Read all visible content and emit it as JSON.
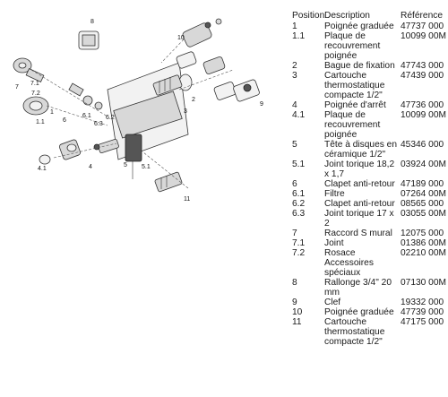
{
  "table": {
    "headers": {
      "position": "Position",
      "description": "Description",
      "reference": "Référence"
    },
    "rows": [
      {
        "position": "1",
        "description": "Poignée graduée",
        "reference": "47737 000"
      },
      {
        "position": "1.1",
        "description": "Plaque de recouvrement poignée",
        "reference": "10099 00M"
      },
      {
        "position": "2",
        "description": "Bague de fixation",
        "reference": "47743 000"
      },
      {
        "position": "3",
        "description": "Cartouche thermostatique compacte 1/2\"",
        "reference": "47439 000"
      },
      {
        "position": "4",
        "description": "Poignée d'arrêt",
        "reference": "47736 000"
      },
      {
        "position": "4.1",
        "description": "Plaque de recouvrement poignée",
        "reference": "10099 00M"
      },
      {
        "position": "5",
        "description": "Tête à disques en céramique 1/2\"",
        "reference": "45346 000"
      },
      {
        "position": "5.1",
        "description": "Joint torique 18,2 x 1,7",
        "reference": "03924 00M"
      },
      {
        "position": "6",
        "description": "Clapet anti-retour",
        "reference": "47189 000"
      },
      {
        "position": "6.1",
        "description": "Filtre",
        "reference": "07264 00M"
      },
      {
        "position": "6.2",
        "description": "Clapet anti-retour",
        "reference": "08565 000"
      },
      {
        "position": "6.3",
        "description": "Joint torique 17 x 2",
        "reference": "03055 00M"
      },
      {
        "position": "7",
        "description": "Raccord S mural",
        "reference": "12075 000"
      },
      {
        "position": "7.1",
        "description": "Joint",
        "reference": "01386 00M"
      },
      {
        "position": "7.2",
        "description": "Rosace",
        "reference": "02210 00M"
      },
      {
        "position": "",
        "description": "Accessoires spéciaux",
        "reference": ""
      },
      {
        "position": "8",
        "description": "Rallonge 3/4\" 20 mm",
        "reference": "07130 00M"
      },
      {
        "position": "9",
        "description": "Clef",
        "reference": "19332 000"
      },
      {
        "position": "10",
        "description": "Poignée graduée",
        "reference": "47739 000"
      },
      {
        "position": "11",
        "description": "Cartouche thermostatique compacte 1/2\"",
        "reference": "47175 000"
      }
    ]
  },
  "callouts": {
    "c1": "1",
    "c1_1": "1.1",
    "c2": "2",
    "c3": "3",
    "c4": "4",
    "c4_1": "4.1",
    "c5": "5",
    "c5_1": "5.1",
    "c6": "6",
    "c6_1": "6.1",
    "c6_2": "6.2",
    "c6_3": "6.3",
    "c7": "7",
    "c7_1": "7.1",
    "c7_2": "7.2",
    "c8": "8",
    "c9": "9",
    "c10": "10",
    "c11": "11"
  }
}
